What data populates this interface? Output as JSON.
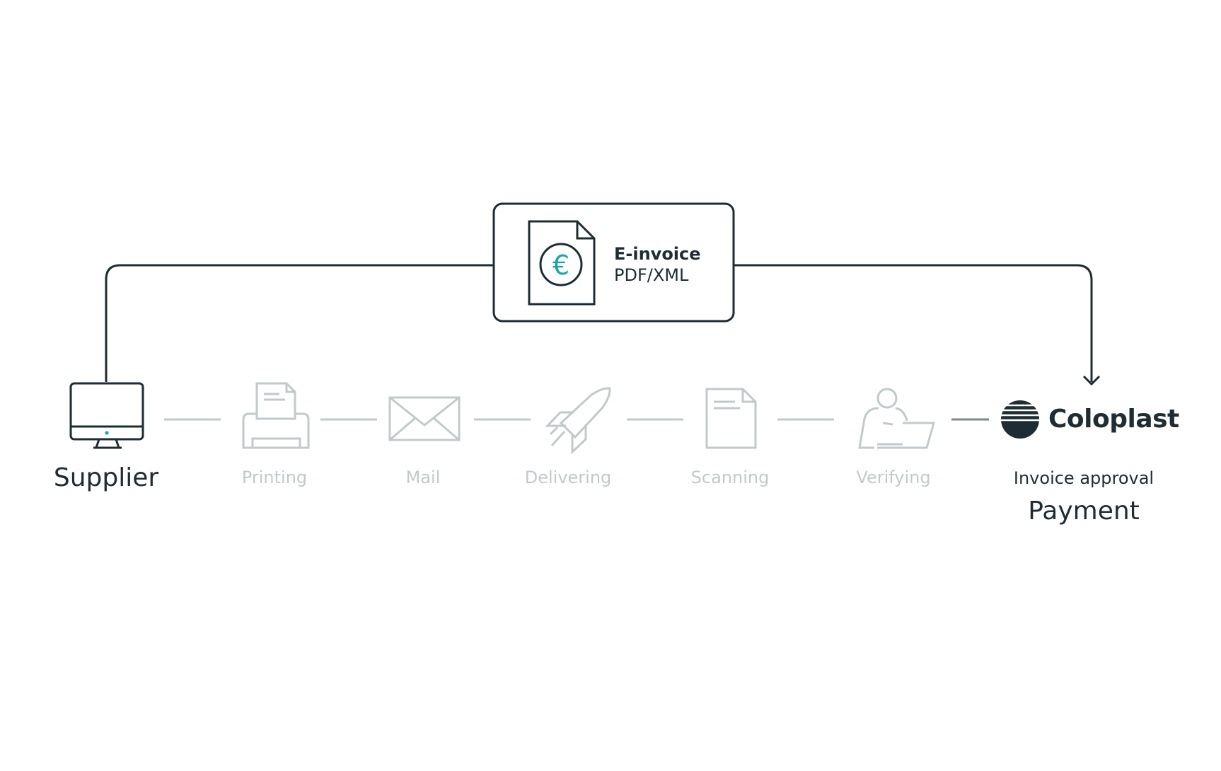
{
  "einvoice": {
    "title": "E-invoice",
    "subtitle": "PDF/XML",
    "symbol": "€"
  },
  "supplier": {
    "label": "Supplier",
    "icon": "monitor-icon"
  },
  "steps": [
    {
      "label": "Printing",
      "icon": "printer-icon"
    },
    {
      "label": "Mail",
      "icon": "envelope-icon"
    },
    {
      "label": "Delivering",
      "icon": "rocket-icon"
    },
    {
      "label": "Scanning",
      "icon": "document-icon"
    },
    {
      "label": "Verifying",
      "icon": "person-laptop-icon"
    }
  ],
  "destination": {
    "brand": "Coloplast",
    "approval": "Invoice approval",
    "payment": "Payment"
  },
  "colors": {
    "dark": "#1e2d33",
    "faded": "#c2c9cc",
    "accent": "#1aa3ad"
  }
}
